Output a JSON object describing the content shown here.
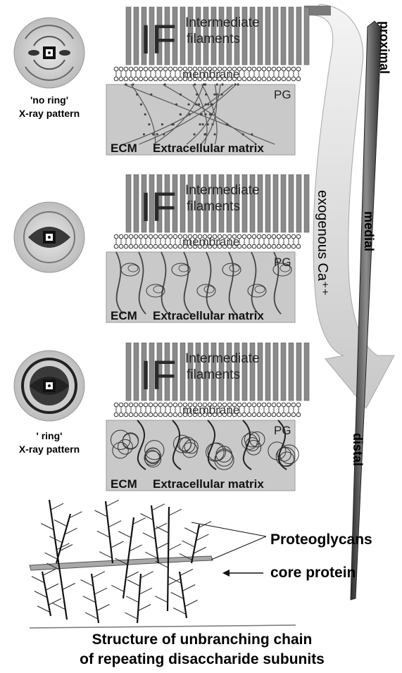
{
  "panels": [
    {
      "if_label": "IF",
      "if_text_line1": "Intermediate",
      "if_text_line2": "filaments",
      "membrane_label": "membrane",
      "pg_label": "PG",
      "ecm_label": "ECM",
      "matrix_label": "Extracellular matrix",
      "xray_caption_line1": "'no ring'",
      "xray_caption_line2": "X-ray pattern",
      "ring_state": "none"
    },
    {
      "if_label": "IF",
      "if_text_line1": "Intermediate",
      "if_text_line2": "filaments",
      "membrane_label": "membrane",
      "pg_label": "PG",
      "ecm_label": "ECM",
      "matrix_label": "Extracellular matrix",
      "xray_caption_line1": "",
      "xray_caption_line2": "",
      "ring_state": "intermediate"
    },
    {
      "if_label": "IF",
      "if_text_line1": "Intermediate",
      "if_text_line2": "filaments",
      "membrane_label": "membrane",
      "pg_label": "PG",
      "ecm_label": "ECM",
      "matrix_label": "Extracellular matrix",
      "xray_caption_line1": "' ring'",
      "xray_caption_line2": "X-ray pattern",
      "ring_state": "ring"
    }
  ],
  "hair": {
    "proximal": "proximal",
    "medial": "medial",
    "distal": "distal"
  },
  "gradient_arrow_label": "exogenous Ca⁺⁺",
  "proteoglycan": {
    "proteoglycans_label": "Proteoglycans",
    "core_protein_label": "core protein",
    "caption_line1": "Structure of unbranching chain",
    "caption_line2": "of repeating disaccharide subunits"
  },
  "colors": {
    "filament_fill": "#8a8a8a",
    "matrix_fill": "#c9c9c9",
    "arrow_fill": "#d6d6d6",
    "hair_fill": "#555555"
  }
}
